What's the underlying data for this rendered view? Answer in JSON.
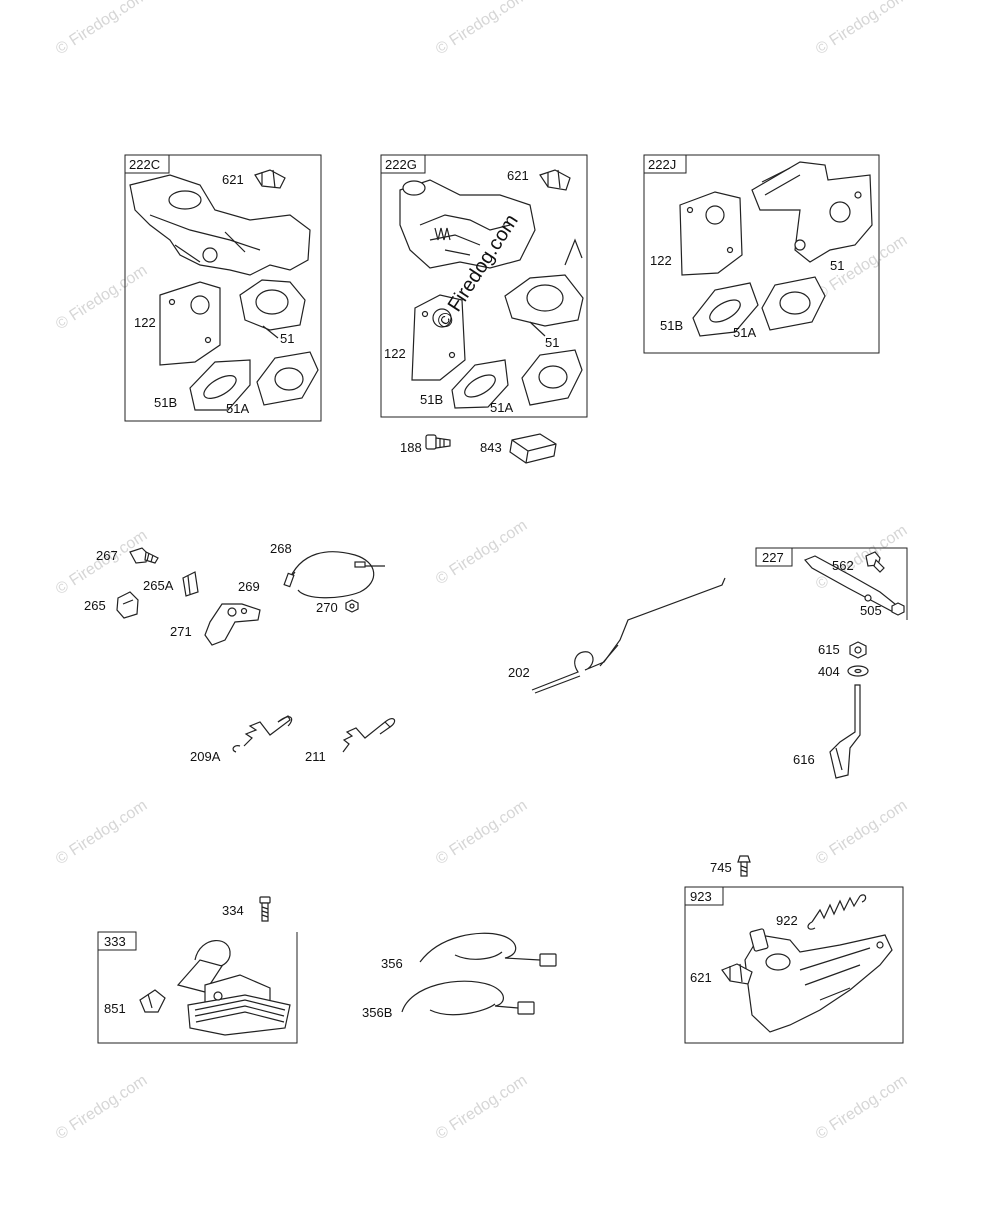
{
  "watermark": "© Firedog.com",
  "center_watermark": "© Firedog.com",
  "groups": {
    "g222C": {
      "label": "222C",
      "parts": {
        "p621": "621",
        "p122": "122",
        "p51": "51",
        "p51B": "51B",
        "p51A": "51A"
      }
    },
    "g222G": {
      "label": "222G",
      "parts": {
        "p621": "621",
        "p122": "122",
        "p51": "51",
        "p51B": "51B",
        "p51A": "51A"
      }
    },
    "g222J": {
      "label": "222J",
      "parts": {
        "p122": "122",
        "p51": "51",
        "p51B": "51B",
        "p51A": "51A"
      }
    },
    "g227": {
      "label": "227",
      "parts": {
        "p562": "562",
        "p505": "505"
      }
    },
    "g333": {
      "label": "333",
      "parts": {
        "p851": "851"
      }
    },
    "g923": {
      "label": "923",
      "parts": {
        "p922": "922",
        "p621": "621"
      }
    }
  },
  "parts": {
    "p188": "188",
    "p843": "843",
    "p267": "267",
    "p265A": "265A",
    "p265": "265",
    "p271": "271",
    "p268": "268",
    "p269": "269",
    "p270": "270",
    "p209A": "209A",
    "p211": "211",
    "p202": "202",
    "p615": "615",
    "p404": "404",
    "p616": "616",
    "p745": "745",
    "p334": "334",
    "p356": "356",
    "p356B": "356B"
  },
  "colors": {
    "line": "#222222",
    "watermark": "#d6d6d6",
    "background": "#ffffff"
  }
}
